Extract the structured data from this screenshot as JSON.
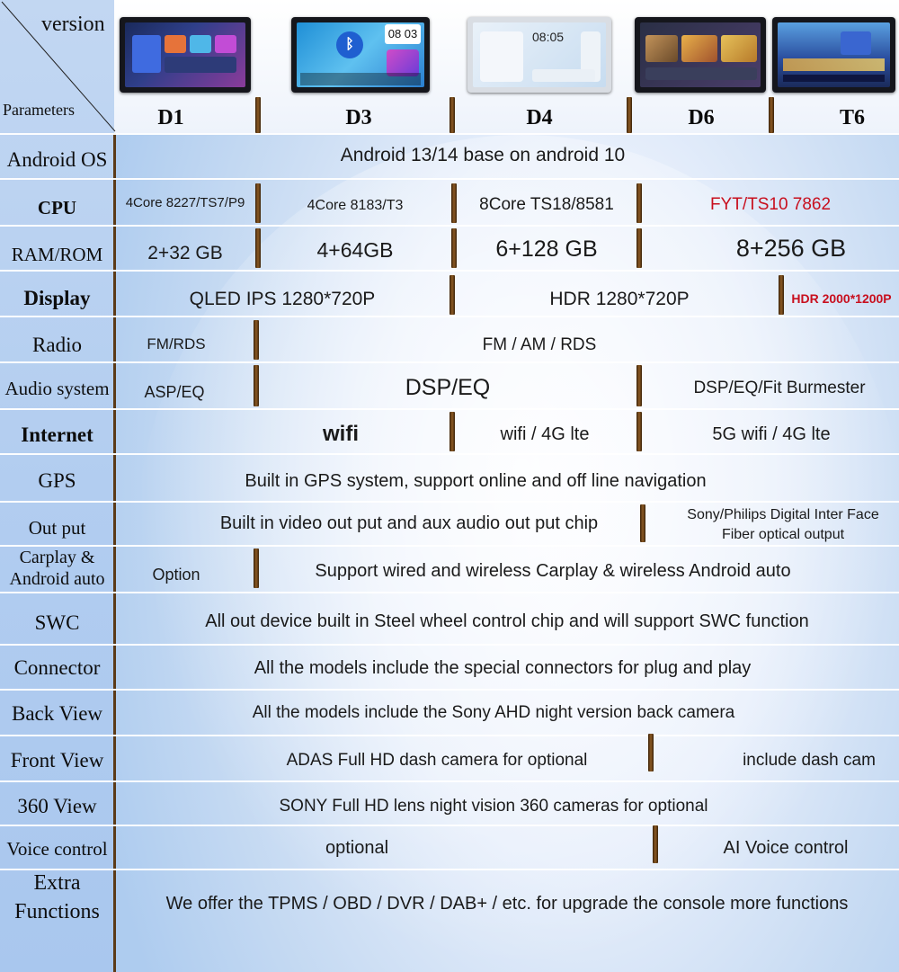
{
  "header": {
    "version_label": "version",
    "parameters_label": "Parameters",
    "models": [
      "D1",
      "D3",
      "D4",
      "D6",
      "T6"
    ],
    "thumbnails": [
      {
        "model": "D1",
        "icons": []
      },
      {
        "model": "D3",
        "time": "08 03",
        "icons": [
          "bluetooth-icon"
        ]
      },
      {
        "model": "D4",
        "time": "08:05",
        "icons": []
      },
      {
        "model": "D6",
        "icons": []
      },
      {
        "model": "T6",
        "icons": []
      }
    ]
  },
  "rows": [
    {
      "label": "Android OS",
      "cells": [
        "Android 13/14 base on android 10"
      ]
    },
    {
      "label": "CPU",
      "cells": [
        "4Core 8227/TS7/P9",
        "4Core 8183/T3",
        "8Core TS18/8581",
        "FYT/TS10 7862"
      ]
    },
    {
      "label": "RAM/ROM",
      "cells": [
        "2+32 GB",
        "4+64GB",
        "6+128 GB",
        "8+256 GB"
      ]
    },
    {
      "label": "Display",
      "cells": [
        "QLED IPS 1280*720P",
        "HDR 1280*720P",
        "HDR 2000*1200P"
      ]
    },
    {
      "label": "Radio",
      "cells": [
        "FM/RDS",
        "FM / AM / RDS"
      ]
    },
    {
      "label": "Audio system",
      "cells": [
        "ASP/EQ",
        "DSP/EQ",
        "DSP/EQ/Fit Burmester"
      ]
    },
    {
      "label": "Internet",
      "cells": [
        "wifi",
        "wifi / 4G lte",
        "5G wifi / 4G lte"
      ]
    },
    {
      "label": "GPS",
      "cells": [
        "Built in GPS system, support online and off line navigation"
      ]
    },
    {
      "label": "Out put",
      "cells": [
        "Built in video out put and aux audio out put chip",
        "Sony/Philips Digital Inter Face",
        "Fiber optical output"
      ]
    },
    {
      "label": "Carplay &",
      "label2": "Android  auto",
      "cells": [
        "Option",
        "Support wired and wireless Carplay & wireless Android auto"
      ]
    },
    {
      "label": "SWC",
      "cells": [
        "All out device built in Steel wheel control chip and will support SWC function"
      ]
    },
    {
      "label": "Connector",
      "cells": [
        "All the models include the special connectors for plug and play"
      ]
    },
    {
      "label": "Back View",
      "cells": [
        "All the models include the Sony AHD night version back camera"
      ]
    },
    {
      "label": "Front View",
      "cells": [
        "ADAS Full HD dash camera for optional",
        "include dash cam"
      ]
    },
    {
      "label": "360 View",
      "cells": [
        "SONY Full HD lens night vision 360 cameras for optional"
      ]
    },
    {
      "label": "Voice control",
      "cells": [
        "optional",
        "AI Voice control"
      ]
    },
    {
      "label": "Extra",
      "label2": "Functions",
      "cells": [
        "We offer the TPMS / OBD / DVR / DAB+ / etc. for upgrade the console more functions"
      ]
    }
  ],
  "colors": {
    "separator": "#7a4b1a",
    "highlight": "#c80f1e",
    "background": "#c9dcf3"
  }
}
